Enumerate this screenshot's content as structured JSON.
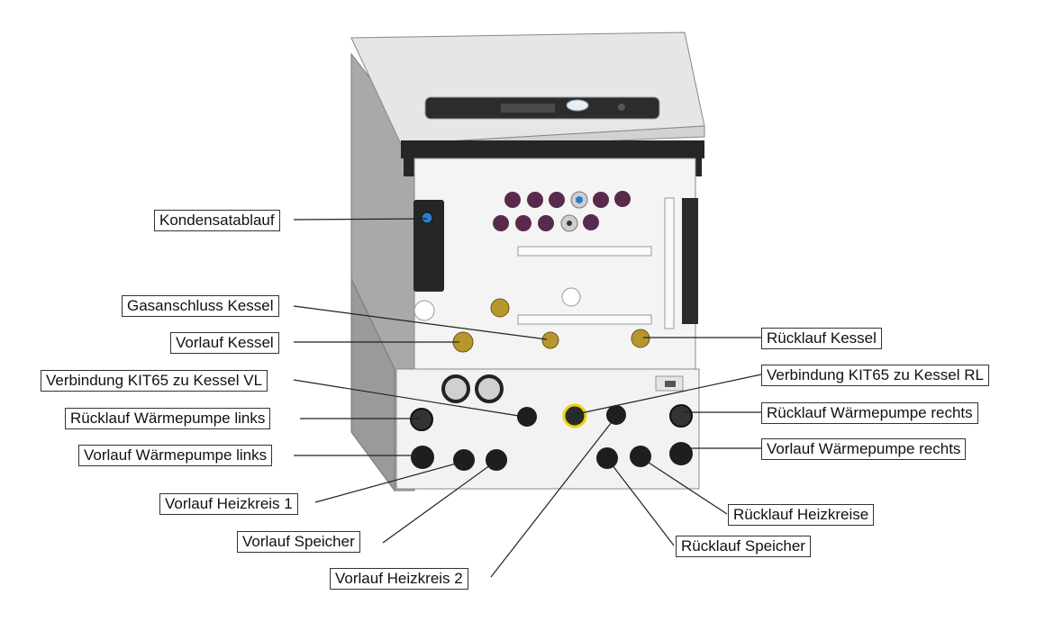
{
  "title": "Anschlüsse KIT65 mit Kessel",
  "labels": {
    "kondensatablauf": "Kondensatablauf",
    "gasanschluss_kessel": "Gasanschluss Kessel",
    "vorlauf_kessel": "Vorlauf Kessel",
    "ruecklauf_kessel": "Rücklauf Kessel",
    "verbindung_vl": "Verbindung KIT65 zu Kessel VL",
    "verbindung_rl": "Verbindung KIT65 zu Kessel RL",
    "ruecklauf_wp_links": "Rücklauf Wärmepumpe links",
    "ruecklauf_wp_rechts": "Rücklauf Wärmepumpe rechts",
    "vorlauf_wp_links": "Vorlauf Wärmepumpe links",
    "vorlauf_wp_rechts": "Vorlauf Wärmepumpe rechts",
    "vorlauf_heizkreis_1": "Vorlauf Heizkreis 1",
    "vorlauf_speicher": "Vorlauf Speicher",
    "vorlauf_heizkreis_2": "Vorlauf Heizkreis 2",
    "ruecklauf_heizkreise": "Rücklauf Heizkreise",
    "ruecklauf_speicher": "Rücklauf Speicher"
  },
  "colors": {
    "brass": "#b8962e",
    "grommet_purple": "#5a2a4e",
    "fitting_black": "#1e1e1e",
    "highlight_yellow": "#e6d800",
    "condensate_blue": "#2a7fc9",
    "panel": "#f2f2f2",
    "cover": "#e4e4e4"
  }
}
